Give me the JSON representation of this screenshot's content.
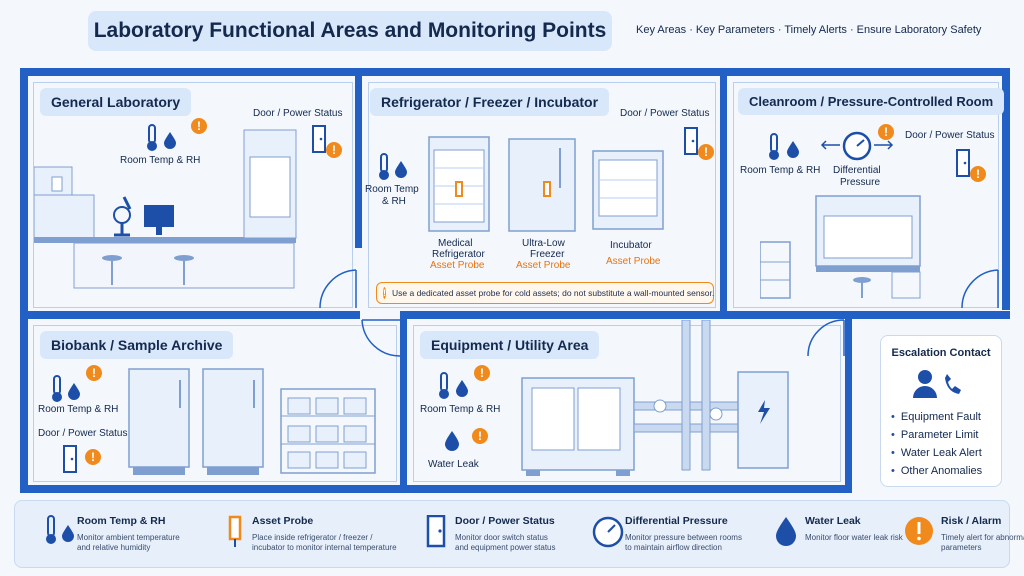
{
  "header": {
    "title": "Laboratory Functional Areas and Monitoring Points",
    "tagline": "Key Areas · Key Parameters · Timely Alerts · Ensure Laboratory Safety"
  },
  "rooms": {
    "general_lab": {
      "name": "General Laboratory",
      "room_temp": "Room Temp & RH",
      "door": "Door / Power Status"
    },
    "cold_storage": {
      "name": "Refrigerator / Freezer / Incubator",
      "door": "Door / Power Status",
      "room_temp_line1": "Room Temp",
      "room_temp_line2": "& RH",
      "unit1_line1": "Medical",
      "unit1_line2": "Refrigerator",
      "unit2_line1": "Ultra-Low",
      "unit2_line2": "Freezer",
      "unit3": "Incubator",
      "asset_probe": "Asset Probe",
      "note": "Use a dedicated asset probe for cold assets; do not substitute a wall-mounted sensor."
    },
    "cleanroom": {
      "name": "Cleanroom / Pressure-Controlled Room",
      "room_temp": "Room Temp & RH",
      "dp_line1": "Differential",
      "dp_line2": "Pressure",
      "door": "Door / Power Status"
    },
    "biobank": {
      "name": "Biobank / Sample Archive",
      "room_temp": "Room Temp & RH",
      "door": "Door / Power Status"
    },
    "equipment": {
      "name": "Equipment / Utility Area",
      "room_temp": "Room Temp & RH",
      "leak": "Water Leak"
    }
  },
  "escalation": {
    "title": "Escalation Contact",
    "items": [
      "Equipment Fault",
      "Parameter Limit",
      "Water Leak Alert",
      "Other Anomalies"
    ]
  },
  "legend": [
    {
      "icon": "thermometer-droplet-icon",
      "title": "Room Temp & RH",
      "desc1": "Monitor ambient temperature",
      "desc2": "and relative humidity"
    },
    {
      "icon": "asset-probe-icon",
      "title": "Asset Probe",
      "desc1": "Place inside refrigerator / freezer /",
      "desc2": "incubator to monitor internal temperature"
    },
    {
      "icon": "door-icon",
      "title": "Door / Power Status",
      "desc1": "Monitor door switch status",
      "desc2": "and equipment power status"
    },
    {
      "icon": "gauge-icon",
      "title": "Differential Pressure",
      "desc1": "Monitor pressure between rooms",
      "desc2": "to maintain airflow direction"
    },
    {
      "icon": "water-drop-icon",
      "title": "Water Leak",
      "desc1": "Monitor floor water leak risk",
      "desc2": ""
    },
    {
      "icon": "alert-icon",
      "title": "Risk / Alarm",
      "desc1": "Timely alert for abnormal",
      "desc2": "parameters"
    }
  ],
  "alert_glyph": "!",
  "colors": {
    "wall": "#2260c6",
    "alert": "#f08a1c",
    "label_bg": "#d8e7fa"
  }
}
